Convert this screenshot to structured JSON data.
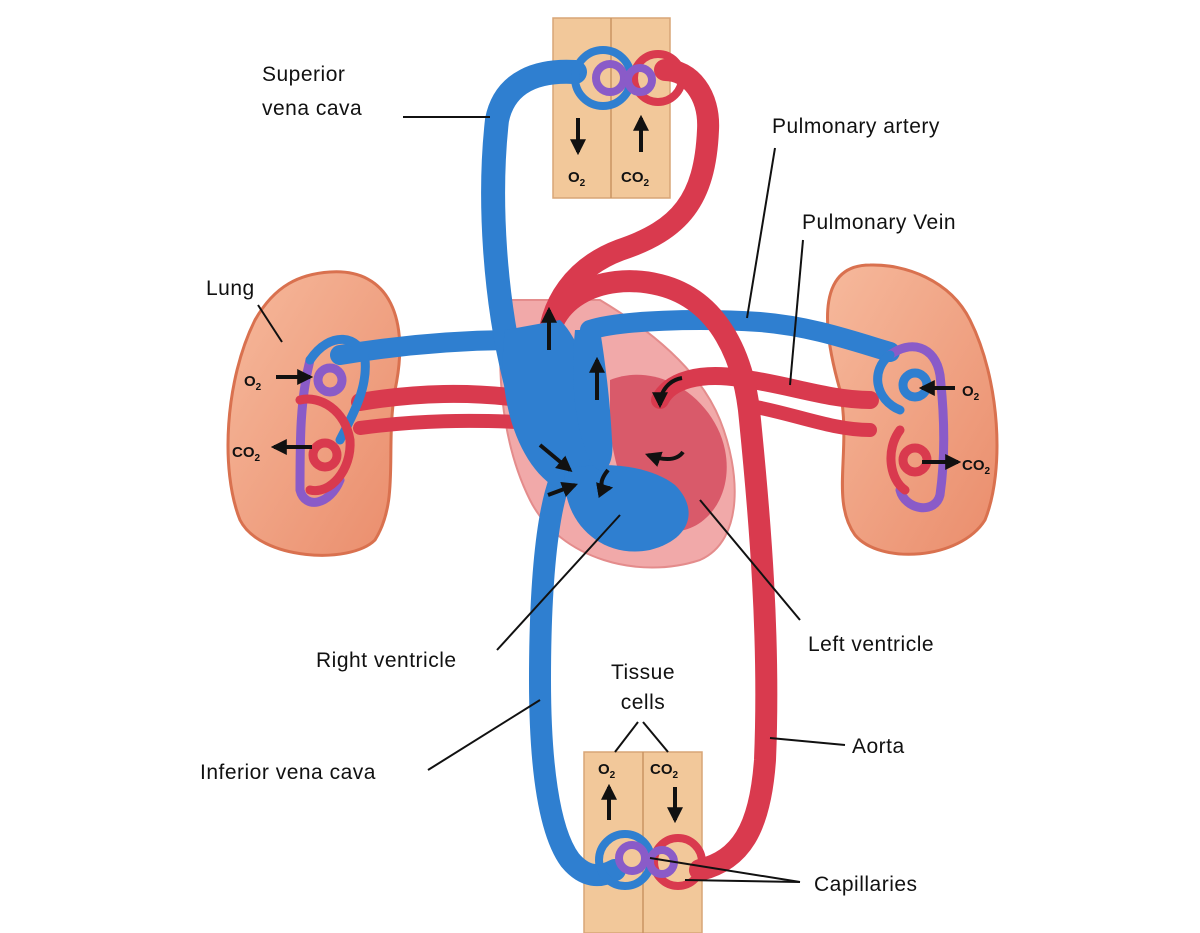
{
  "labels": {
    "superior_vena_cava_l1": "Superior",
    "superior_vena_cava_l2": "vena cava",
    "pulmonary_artery": "Pulmonary artery",
    "pulmonary_vein": "Pulmonary Vein",
    "lung": "Lung",
    "right_ventricle": "Right ventricle",
    "left_ventricle": "Left ventricle",
    "tissue_cells_l1": "Tissue",
    "tissue_cells_l2": "cells",
    "aorta": "Aorta",
    "inferior_vena_cava": "Inferior vena cava",
    "capillaries": "Capillaries"
  },
  "gases": {
    "o2": "O",
    "co2": "CO",
    "subscript": "2"
  },
  "colors": {
    "deoxygenated": "#2f7fd0",
    "oxygenated": "#d93a4e",
    "mixed": "#8a5bc8",
    "lung_tissue": "#f2a88c",
    "lung_edge": "#d9714f",
    "tissue_block": "#f2c89a",
    "heart_pink": "#f1a9a9",
    "background": "#ffffff"
  }
}
